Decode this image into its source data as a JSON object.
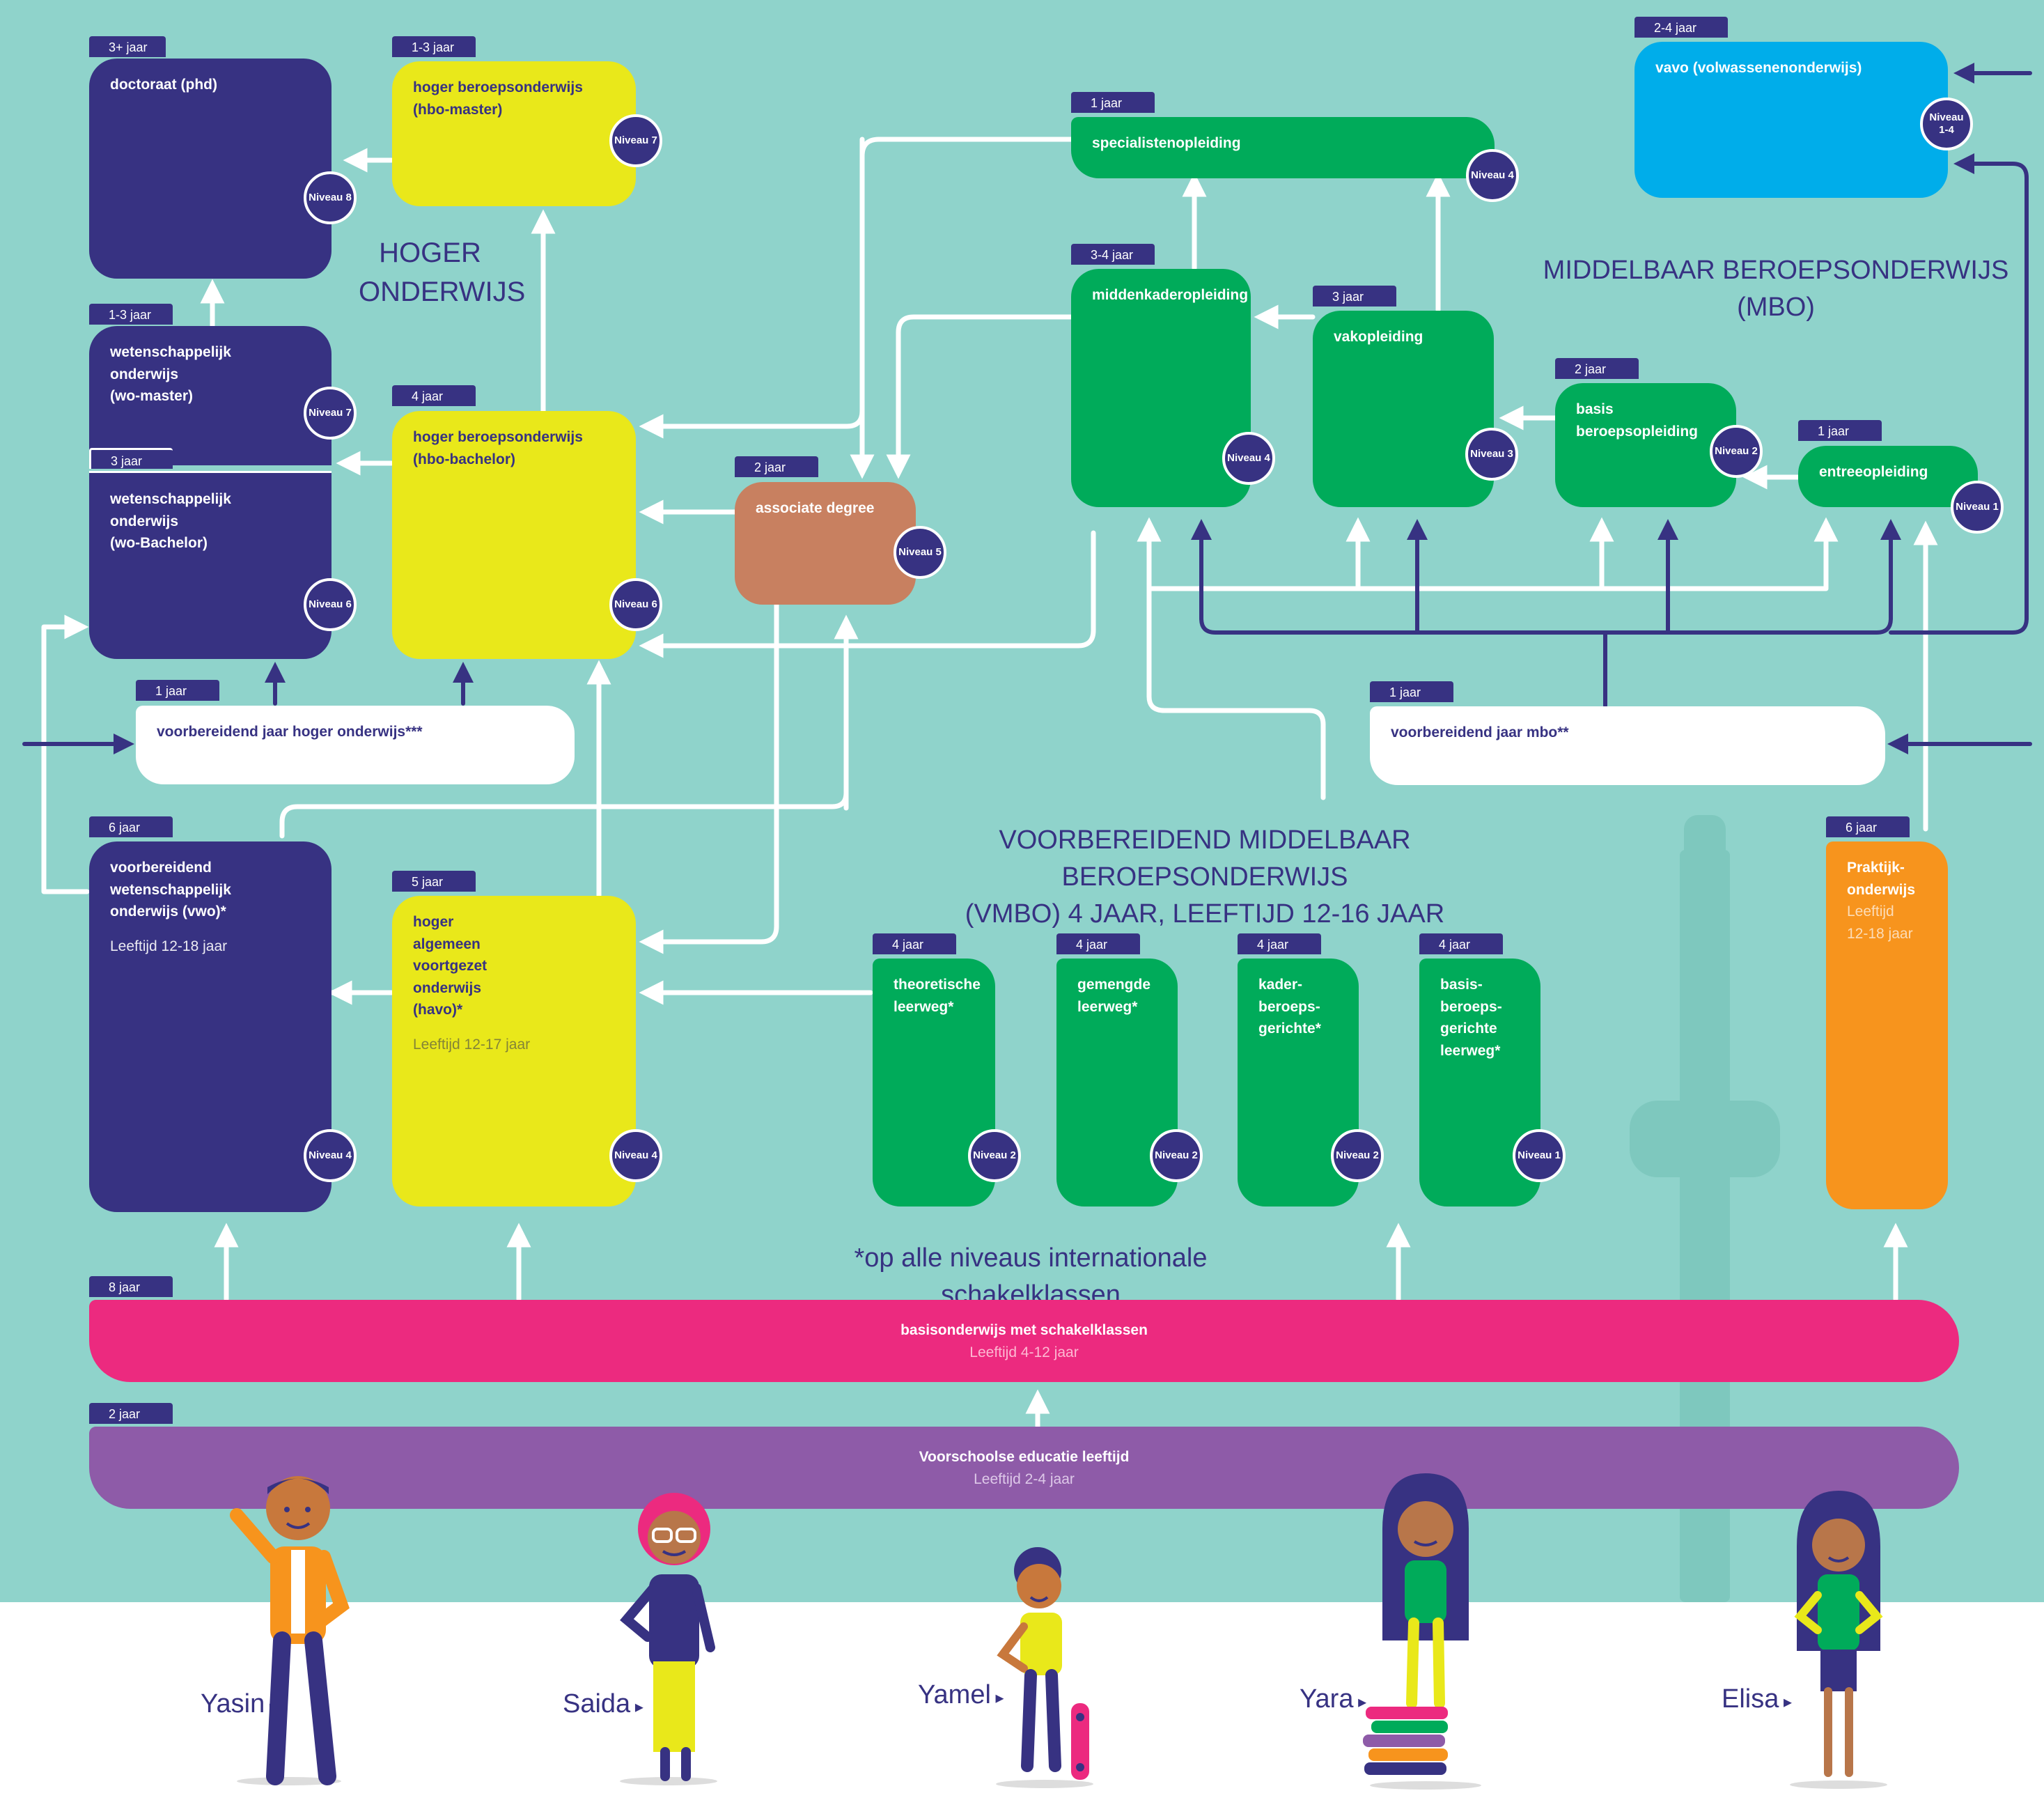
{
  "colors": {
    "background": "#8fd3cb",
    "navy": "#373282",
    "hbo_yellow": "#e9e81a",
    "mbo_green": "#00ab5a",
    "associate_brown": "#c88060",
    "vavo_blue": "#00adea",
    "praktijk_orange": "#f7941d",
    "basis_pink": "#ec2a7f",
    "voorschools_purple": "#8e5ba8"
  },
  "headings": {
    "hoger_onderwijs": "HOGER\nONDERWIJS",
    "mbo": "MIDDELBAAR BEROEPSONDERWIJS (MBO)",
    "vmbo": "VOORBEREIDEND MIDDELBAAR BEROEPSONDERWIJS\n(VMBO) 4 JAAR, LEEFTIJD 12-16 JAAR",
    "schakelklassen": "*op alle niveaus internationale schakelklassen"
  },
  "boxes": {
    "doctoraat": {
      "duration": "3+ jaar",
      "title": "doctoraat (phd)",
      "level": "Niveau 8"
    },
    "hbo_master": {
      "duration": "1-3 jaar",
      "title": "hoger beroepsonderwijs\n(hbo-master)",
      "level": "Niveau 7"
    },
    "wo_master": {
      "duration": "1-3 jaar",
      "title": "wetenschappelijk\nonderwijs\n(wo-master)",
      "level": "Niveau 7"
    },
    "wo_bachelor": {
      "duration": "3 jaar",
      "title": "wetenschappelijk\nonderwijs\n(wo-Bachelor)",
      "level": "Niveau 6"
    },
    "hbo_bachelor": {
      "duration": "4 jaar",
      "title": "hoger beroepsonderwijs\n(hbo-bachelor)",
      "level": "Niveau 6"
    },
    "associate_degree": {
      "duration": "2 jaar",
      "title": "associate degree",
      "level": "Niveau 5"
    },
    "specialistenopleiding": {
      "duration": "1 jaar",
      "title": "specialistenopleiding",
      "level": "Niveau 4"
    },
    "middenkaderopleiding": {
      "duration": "3-4 jaar",
      "title": "middenkaderopleiding",
      "level": "Niveau 4"
    },
    "vakopleiding": {
      "duration": "3 jaar",
      "title": "vakopleiding",
      "level": "Niveau 3"
    },
    "basis_beroepsopleiding": {
      "duration": "2 jaar",
      "title": "basis beroepsopleiding",
      "level": "Niveau 2"
    },
    "entreeopleiding": {
      "duration": "1 jaar",
      "title": "entreeopleiding",
      "level": "Niveau 1"
    },
    "vavo": {
      "duration": "2-4 jaar",
      "title": "vavo (volwassenenonderwijs)",
      "level": "Niveau\n1-4"
    },
    "voorbereidend_ho": {
      "duration": "1 jaar",
      "title": "voorbereidend jaar hoger onderwijs***"
    },
    "voorbereidend_mbo": {
      "duration": "1 jaar",
      "title": "voorbereidend jaar mbo**"
    },
    "vwo": {
      "duration": "6 jaar",
      "title": "voorbereidend\nwetenschappelijk\nonderwijs (vwo)*",
      "subtitle": "Leeftijd  12-18 jaar",
      "level": "Niveau 4"
    },
    "havo": {
      "duration": "5 jaar",
      "title": "hoger\nalgemeen\nvoortgezet\nonderwijs\n(havo)*",
      "subtitle": "Leeftijd  12-17 jaar",
      "level": "Niveau 4"
    },
    "theoretische": {
      "duration": "4 jaar",
      "title": "theoretische\nleerweg*",
      "level": "Niveau 2"
    },
    "gemengde": {
      "duration": "4 jaar",
      "title": "gemengde\nleerweg*",
      "level": "Niveau 2"
    },
    "kader": {
      "duration": "4 jaar",
      "title": "kader-\nberoeps-\ngerichte*",
      "level": "Niveau 2"
    },
    "basis_leerweg": {
      "duration": "4 jaar",
      "title": "basis-\nberoeps-\ngerichte\nleerweg*",
      "level": "Niveau 1"
    },
    "praktijk": {
      "duration": "6 jaar",
      "title": "Praktijk-\nonderwijs",
      "subtitle": "Leeftijd\n12-18 jaar"
    },
    "basisonderwijs": {
      "duration": "8 jaar",
      "title": "basisonderwijs met schakelklassen",
      "subtitle": "Leeftijd  4-12 jaar"
    },
    "voorschools": {
      "duration": "2 jaar",
      "title": "Voorschoolse educatie leeftijd",
      "subtitle": "Leeftijd  2-4 jaar"
    }
  },
  "people": [
    {
      "name": "Yasin",
      "shirt": "#f7941d",
      "pants": "#373282",
      "skin": "#c8783c"
    },
    {
      "name": "Saida",
      "shirt": "#e9e81a",
      "pants": "#e9e81a",
      "skin": "#b8764a"
    },
    {
      "name": "Yamel",
      "shirt": "#e9e81a",
      "pants": "#373282",
      "skin": "#c8783c"
    },
    {
      "name": "Yara",
      "shirt": "#00ab5a",
      "pants": "#e9e81a",
      "skin": "#b8764a"
    },
    {
      "name": "Elisa",
      "shirt": "#00ab5a",
      "pants": "#373282",
      "skin": "#b8764a"
    }
  ]
}
